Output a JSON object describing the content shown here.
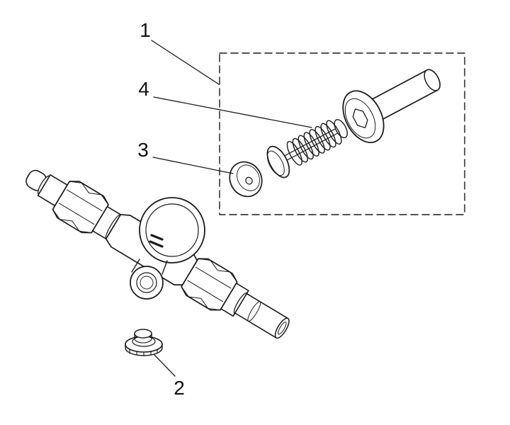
{
  "page": {
    "background_color": "#ffffff",
    "line_color": "#1a1a1a"
  },
  "diagram": {
    "type": "exploded-parts-diagram",
    "subject": "valve-body-with-exploded-insert-assembly",
    "boundary_style": "dashed-rectangle",
    "callouts": [
      {
        "label": "1",
        "target": "insert-assembly-boundary"
      },
      {
        "label": "2",
        "target": "drain-cap-nut"
      },
      {
        "label": "3",
        "target": "protective-cap"
      },
      {
        "label": "4",
        "target": "spring"
      }
    ]
  }
}
